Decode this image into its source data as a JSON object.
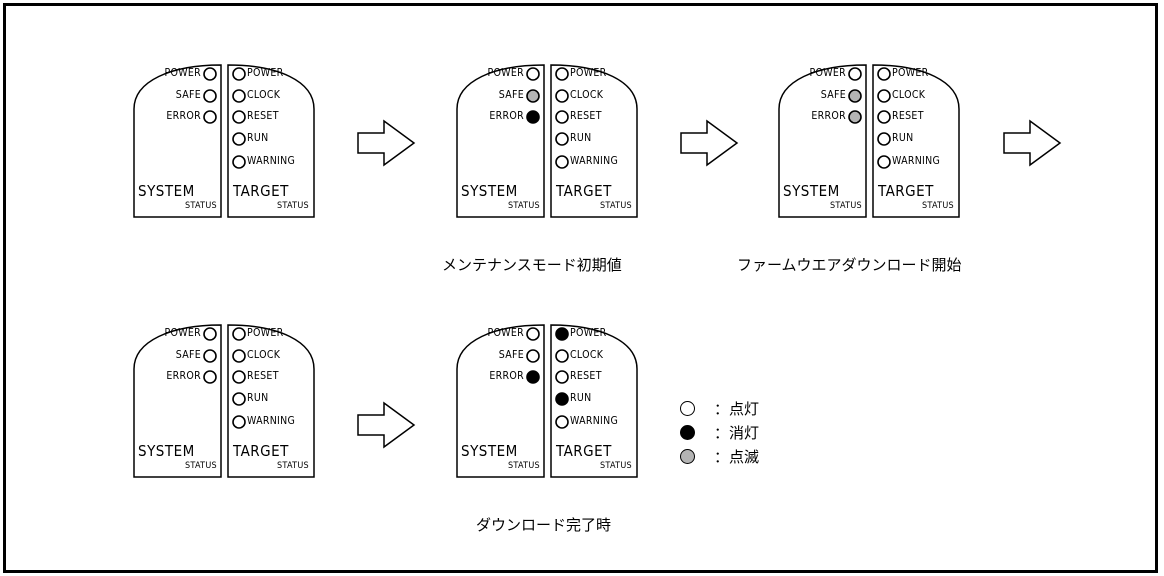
{
  "colors": {
    "on": "#ffffff",
    "off": "#000000",
    "blink": "#b4b4b4"
  },
  "panel_labels": {
    "system_leds": [
      "POWER",
      "SAFE",
      "ERROR"
    ],
    "target_leds": [
      "POWER",
      "CLOCK",
      "RESET",
      "RUN",
      "WARNING"
    ],
    "system_title": "SYSTEM",
    "system_sub": "STATUS",
    "target_title": "TARGET",
    "target_sub": "STATUS"
  },
  "states": [
    {
      "system": [
        "on",
        "on",
        "on"
      ],
      "target": [
        "on",
        "on",
        "on",
        "on",
        "on"
      ]
    },
    {
      "system": [
        "on",
        "blink",
        "off"
      ],
      "target": [
        "on",
        "on",
        "on",
        "on",
        "on"
      ]
    },
    {
      "system": [
        "on",
        "blink",
        "blink"
      ],
      "target": [
        "on",
        "on",
        "on",
        "on",
        "on"
      ]
    },
    {
      "system": [
        "on",
        "on",
        "on"
      ],
      "target": [
        "on",
        "on",
        "on",
        "on",
        "on"
      ]
    },
    {
      "system": [
        "on",
        "on",
        "off"
      ],
      "target": [
        "off",
        "on",
        "on",
        "off",
        "on"
      ]
    }
  ],
  "captions": {
    "maintenance_initial": "メンテナンスモード初期値",
    "firmware_download_start": "ファームウエアダウンロード開始",
    "download_complete": "ダウンロード完了時"
  },
  "legend": [
    {
      "state": "on",
      "label": "：点灯"
    },
    {
      "state": "off",
      "label": "：消灯"
    },
    {
      "state": "blink",
      "label": "：点滅"
    }
  ]
}
